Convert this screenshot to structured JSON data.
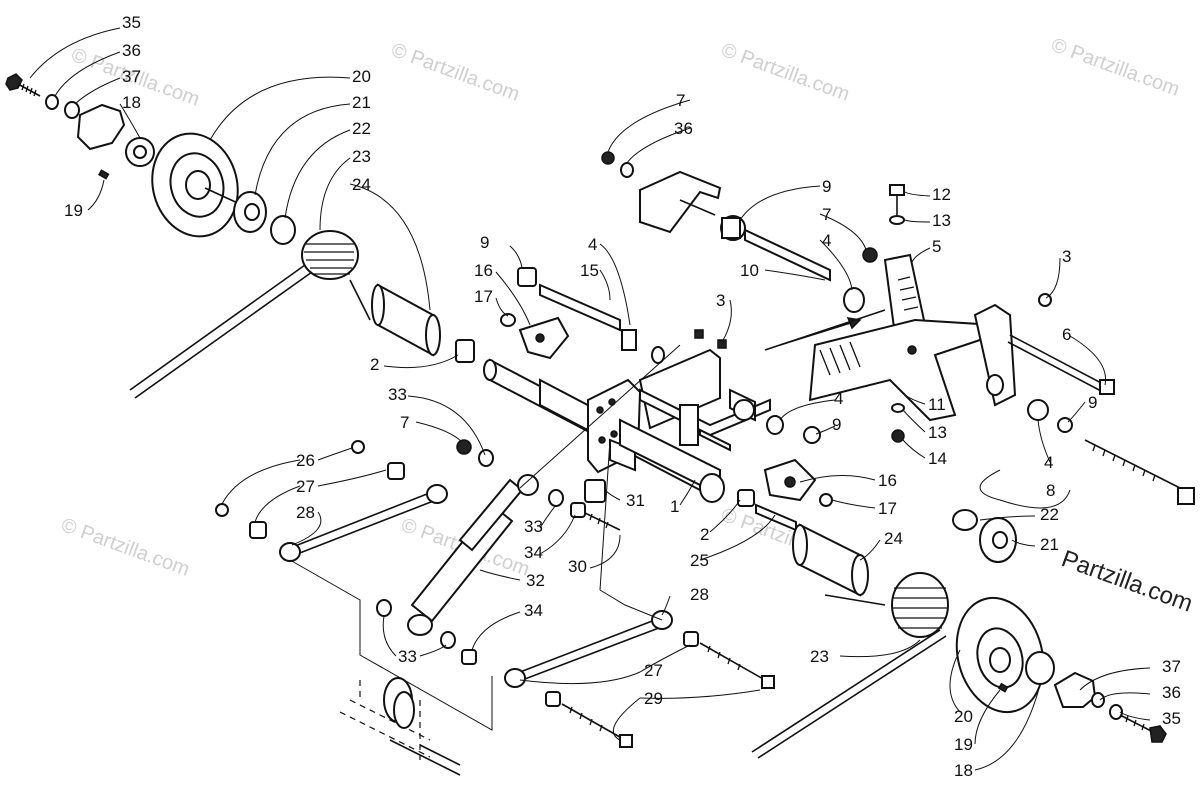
{
  "diagram": {
    "brand_label": "Partzilla.com",
    "watermark_text": "© Partzilla.com",
    "callouts": [
      {
        "id": "c35a",
        "label": "35"
      },
      {
        "id": "c36a",
        "label": "36"
      },
      {
        "id": "c37a",
        "label": "37"
      },
      {
        "id": "c18a",
        "label": "18"
      },
      {
        "id": "c19a",
        "label": "19"
      },
      {
        "id": "c20a",
        "label": "20"
      },
      {
        "id": "c21a",
        "label": "21"
      },
      {
        "id": "c22a",
        "label": "22"
      },
      {
        "id": "c23a",
        "label": "23"
      },
      {
        "id": "c24a",
        "label": "24"
      },
      {
        "id": "c2a",
        "label": "2"
      },
      {
        "id": "c33a",
        "label": "33"
      },
      {
        "id": "c7a",
        "label": "7"
      },
      {
        "id": "c26",
        "label": "26"
      },
      {
        "id": "c27a",
        "label": "27"
      },
      {
        "id": "c28a",
        "label": "28"
      },
      {
        "id": "c9a",
        "label": "9"
      },
      {
        "id": "c16a",
        "label": "16"
      },
      {
        "id": "c17a",
        "label": "17"
      },
      {
        "id": "c4a",
        "label": "4"
      },
      {
        "id": "c15",
        "label": "15"
      },
      {
        "id": "c3a",
        "label": "3"
      },
      {
        "id": "c7b",
        "label": "7"
      },
      {
        "id": "c36b",
        "label": "36"
      },
      {
        "id": "c9b",
        "label": "9"
      },
      {
        "id": "c7c",
        "label": "7"
      },
      {
        "id": "c4b",
        "label": "4"
      },
      {
        "id": "c10",
        "label": "10"
      },
      {
        "id": "c12",
        "label": "12"
      },
      {
        "id": "c13a",
        "label": "13"
      },
      {
        "id": "c5",
        "label": "5"
      },
      {
        "id": "c3b",
        "label": "3"
      },
      {
        "id": "c6",
        "label": "6"
      },
      {
        "id": "c11",
        "label": "11"
      },
      {
        "id": "c13b",
        "label": "13"
      },
      {
        "id": "c14",
        "label": "14"
      },
      {
        "id": "c4c",
        "label": "4"
      },
      {
        "id": "c9c",
        "label": "9"
      },
      {
        "id": "c9d",
        "label": "9"
      },
      {
        "id": "c4d",
        "label": "4"
      },
      {
        "id": "c8",
        "label": "8"
      },
      {
        "id": "c16b",
        "label": "16"
      },
      {
        "id": "c17b",
        "label": "17"
      },
      {
        "id": "c1",
        "label": "1"
      },
      {
        "id": "c2b",
        "label": "2"
      },
      {
        "id": "c25",
        "label": "25"
      },
      {
        "id": "c24b",
        "label": "24"
      },
      {
        "id": "c22b",
        "label": "22"
      },
      {
        "id": "c21b",
        "label": "21"
      },
      {
        "id": "c31",
        "label": "31"
      },
      {
        "id": "c33b",
        "label": "33"
      },
      {
        "id": "c34a",
        "label": "34"
      },
      {
        "id": "c30",
        "label": "30"
      },
      {
        "id": "c32",
        "label": "32"
      },
      {
        "id": "c28b",
        "label": "28"
      },
      {
        "id": "c34b",
        "label": "34"
      },
      {
        "id": "c33c",
        "label": "33"
      },
      {
        "id": "c27b",
        "label": "27"
      },
      {
        "id": "c29",
        "label": "29"
      },
      {
        "id": "c23b",
        "label": "23"
      },
      {
        "id": "c20b",
        "label": "20"
      },
      {
        "id": "c19b",
        "label": "19"
      },
      {
        "id": "c18b",
        "label": "18"
      },
      {
        "id": "c37b",
        "label": "37"
      },
      {
        "id": "c36c",
        "label": "36"
      },
      {
        "id": "c35b",
        "label": "35"
      }
    ]
  }
}
